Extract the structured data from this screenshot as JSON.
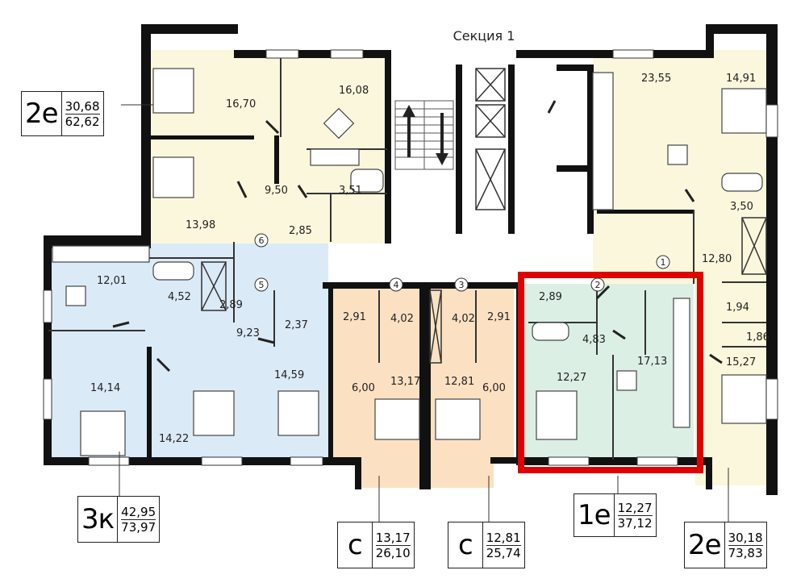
{
  "section_title": "Секция 1",
  "colors": {
    "yellow": "#fbf7dc",
    "blue": "#dbeaf7",
    "orange": "#fbe1c2",
    "green": "#dcefe4",
    "wall": "#111111",
    "highlight": "#e00000"
  },
  "rooms": {
    "r1": "16,70",
    "r2": "16,08",
    "r3": "9,50",
    "r4": "3,51",
    "r5": "2,85",
    "r6": "13,98",
    "r7": "23,55",
    "r8": "14,91",
    "r9": "3,50",
    "r10": "12,80",
    "r11": "12,01",
    "r12": "4,52",
    "r13": "2,89",
    "r14": "9,23",
    "r15": "2,37",
    "r16": "14,14",
    "r17": "14,22",
    "r18": "14,59",
    "r19": "2,91",
    "r20": "4,02",
    "r21": "4,02",
    "r22": "2,91",
    "r23": "6,00",
    "r24": "13,17",
    "r25": "12,81",
    "r26": "6,00",
    "r27": "2,89",
    "r28": "4,83",
    "r29": "17,13",
    "r30": "12,27",
    "r31": "1,94",
    "r32": "1,86",
    "r33": "15,27"
  },
  "markers": [
    "1",
    "2",
    "3",
    "4",
    "5",
    "6"
  ],
  "apartments": [
    {
      "code": "2е",
      "area_top": "30,68",
      "area_bottom": "62,62"
    },
    {
      "code": "3к",
      "area_top": "42,95",
      "area_bottom": "73,97"
    },
    {
      "code": "с",
      "area_top": "13,17",
      "area_bottom": "26,10"
    },
    {
      "code": "с",
      "area_top": "12,81",
      "area_bottom": "25,74"
    },
    {
      "code": "1е",
      "area_top": "12,27",
      "area_bottom": "37,12"
    },
    {
      "code": "2е",
      "area_top": "30,18",
      "area_bottom": "73,83"
    }
  ]
}
